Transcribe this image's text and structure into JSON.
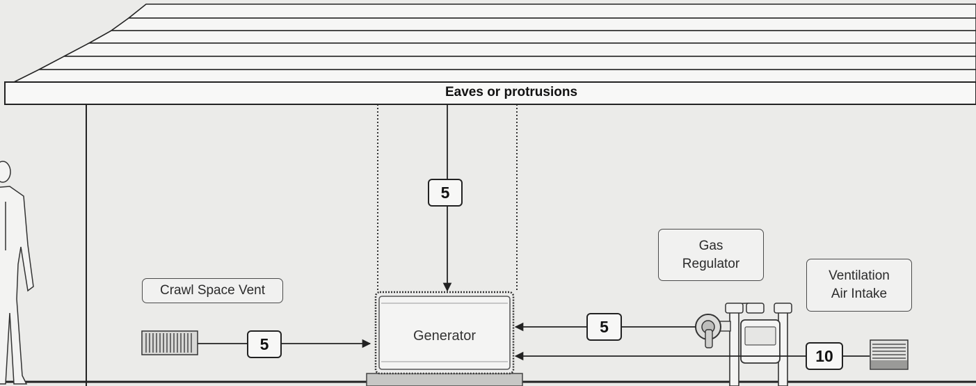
{
  "labels": {
    "eaves": "Eaves or protrusions",
    "crawl_space_vent": "Crawl Space Vent",
    "generator": "Generator",
    "gas_regulator": "Gas\nRegulator",
    "ventilation_air_intake": "Ventilation\nAir Intake"
  },
  "distances": {
    "eaves_to_generator": "5",
    "crawl_vent_to_generator": "5",
    "gas_regulator_to_generator": "5",
    "air_intake_to_generator": "10"
  },
  "colors": {
    "wall": "#ebebe9",
    "line": "#222222",
    "roof_board": "#f6f6f5"
  }
}
